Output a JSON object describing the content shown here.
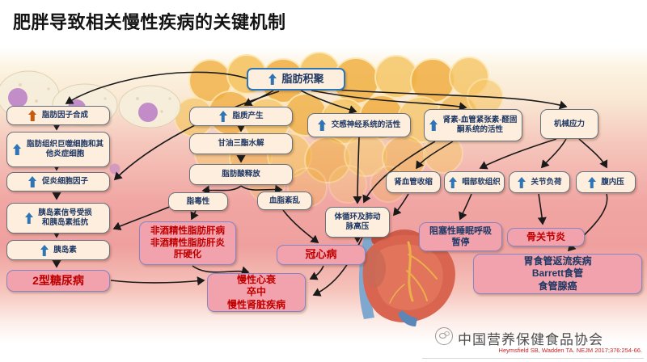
{
  "title": "肥胖导致相关慢性疾病的关键机制",
  "icons": {
    "increase_arrow": "⬆ (CSS triangle+stem shape)",
    "association_logo": "sketched panda face circle"
  },
  "colors": {
    "increase_blue": "#2e75b6",
    "increase_orange": "#c55a11",
    "node_fill": "#fdeedd",
    "disease_fill": "#f2a2ac",
    "disease_border": "#8585c8",
    "disease_red_text": "#c00000",
    "node_navy_text": "#1f3864",
    "connector_black": "#1a1a1a",
    "citation_red": "#cc2222"
  },
  "nodes": {
    "fat_accum": "脂肪积聚",
    "adipokine": "脂肪因子合成",
    "macrophage": "脂肪组织巨噬细胞和其\n他炎症细胞",
    "cytokine": "促炎细胞因子",
    "insulin_signal": "胰岛素信号受损\n和胰岛素抵抗",
    "insulin": "胰岛素",
    "t2dm": "2型糖尿病",
    "lipid_prod": "脂质产生",
    "tg_hydrolysis": "甘油三酯水解",
    "fa_release": "脂肪酸释放",
    "lipotoxicity": "脂毒性",
    "dyslipidemia": "血脂紊乱",
    "nafld": "非酒精性脂肪肝病\n非酒精性脂肪肝炎\n肝硬化",
    "chd": "冠心病",
    "pulm_htn": "体循环及肺动\n脉高压",
    "chf": "慢性心衰\n卒中\n慢性肾脏疾病",
    "sns": "交感神经系统的活性",
    "raas": "肾素-血管紧张素-醛固\n酮系统的活性",
    "mech_stress": "机械应力",
    "renal_vaso": "肾血管收缩",
    "pharyngeal": "咽部软组织",
    "joint_load": "关节负荷",
    "abd_pressure": "腹内压",
    "osa": "阻塞性睡眠呼吸\n暂停",
    "oa": "骨关节炎",
    "gerd": "胃食管返流疾病\nBarrett食管\n食管腺癌"
  },
  "footer": {
    "org": "中国营养保健食品协会",
    "citation": "Heymsfield SB, Wadden TA. NEJM 2017;376:254-66."
  }
}
